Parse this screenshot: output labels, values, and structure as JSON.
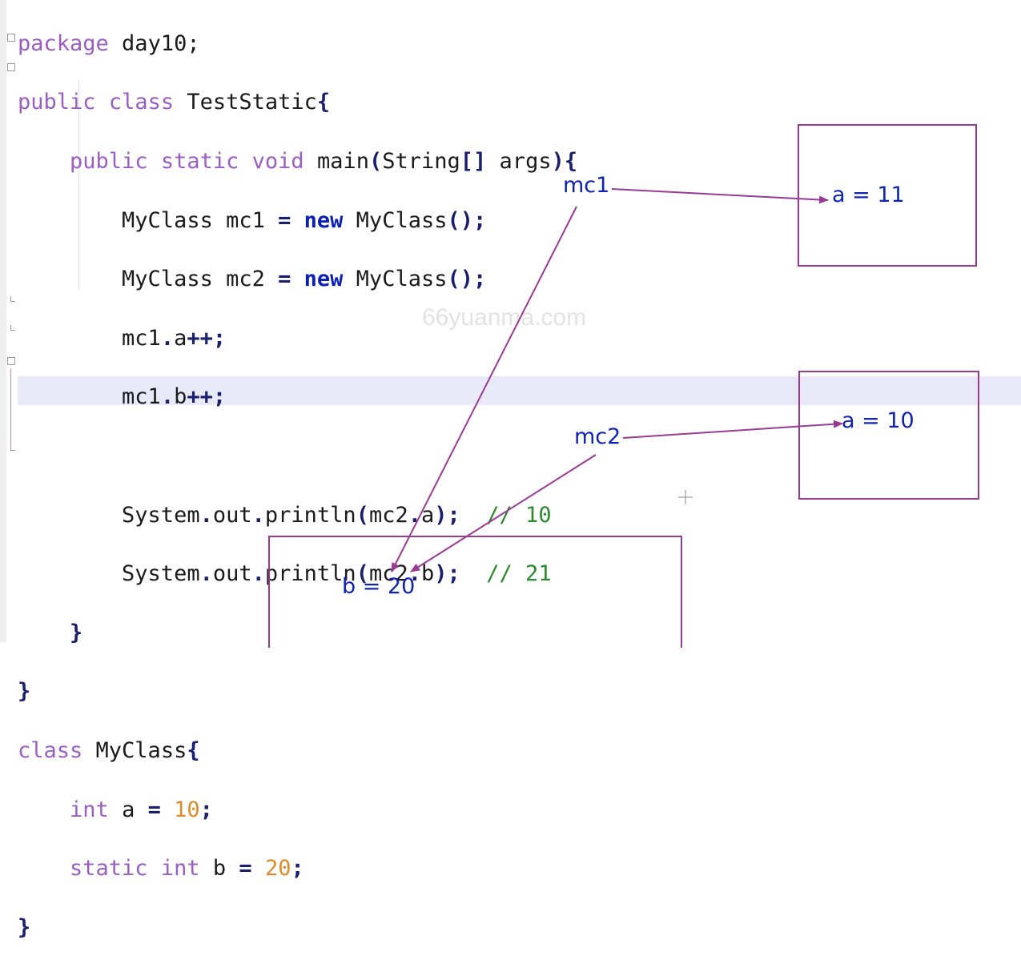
{
  "code": {
    "l1": [
      "package",
      " day10;"
    ],
    "l2": [
      "public",
      " ",
      "class",
      " TestStatic",
      "{"
    ],
    "l3": [
      "    ",
      "public",
      " ",
      "static",
      " ",
      "void",
      " main",
      "(",
      "String",
      "[]",
      " args",
      "){"
    ],
    "l4": [
      "        MyClass mc1 ",
      "=",
      " ",
      "new",
      " MyClass",
      "();"
    ],
    "l5": [
      "        MyClass mc2 ",
      "=",
      " ",
      "new",
      " MyClass",
      "();"
    ],
    "l6": [
      "        mc1",
      ".",
      "a",
      "++;"
    ],
    "l7": [
      "        mc1",
      ".",
      "b",
      "++;"
    ],
    "l9": [
      "        System",
      ".",
      "out",
      ".",
      "println",
      "(",
      "mc2",
      ".",
      "a",
      ");",
      "  // 10"
    ],
    "l10": [
      "        System",
      ".",
      "out",
      ".",
      "println",
      "(",
      "mc2",
      ".",
      "b",
      ");",
      "  // 21"
    ],
    "l11": [
      "    ",
      "}"
    ],
    "l12": [
      "}"
    ],
    "l13": [
      "class",
      " MyClass",
      "{"
    ],
    "l14": [
      "    ",
      "int",
      " a ",
      "=",
      " ",
      "10",
      ";"
    ],
    "l15": [
      "    ",
      "static",
      " ",
      "int",
      " b ",
      "=",
      " ",
      "20",
      ";"
    ],
    "l16": [
      "}"
    ]
  },
  "diagram": {
    "mc1_label": "mc1",
    "mc2_label": "mc2",
    "mc1_box_text": "a = 11",
    "mc2_box_text": "a = 10",
    "static_box_text": "b = 20",
    "arrow_color": "#9b3a94"
  },
  "watermark": "66yuanma.com"
}
